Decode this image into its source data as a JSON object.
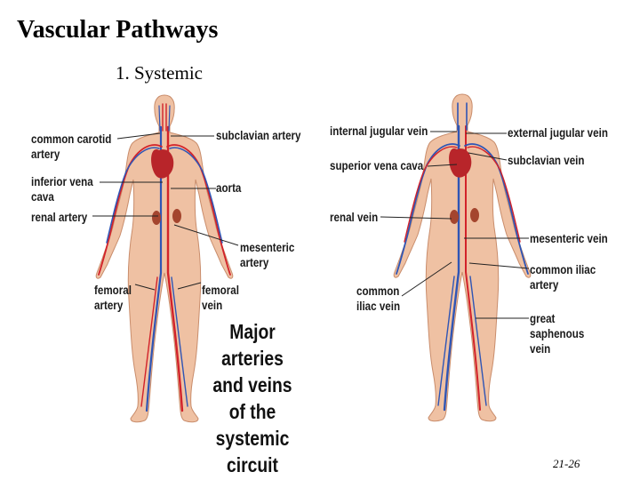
{
  "title": "Vascular Pathways",
  "subtitle": "1. Systemic",
  "left_figure": {
    "labels": {
      "common_carotid": [
        "common carotid",
        "artery"
      ],
      "inferior_vena_cava": [
        "inferior vena",
        "cava"
      ],
      "renal_artery": "renal artery",
      "subclavian_artery": "subclavian artery",
      "aorta": "aorta",
      "mesenteric_artery": [
        "mesenteric",
        "artery"
      ],
      "femoral_artery": [
        "femoral",
        "artery"
      ],
      "femoral_vein": [
        "femoral",
        "vein"
      ]
    },
    "caption": [
      "Major arteries",
      "and veins",
      "of the systemic",
      "circuit"
    ]
  },
  "right_figure": {
    "labels": {
      "internal_jugular_vein": "internal jugular vein",
      "superior_vena_cava": "superior vena cava",
      "renal_vein": "renal vein",
      "common_iliac_vein": [
        "common",
        "iliac vein"
      ],
      "external_jugular_vein": "external jugular vein",
      "subclavian_vein": "subclavian vein",
      "mesenteric_vein": "mesenteric vein",
      "common_iliac_artery": [
        "common iliac",
        "artery"
      ],
      "great_saphenous_vein": [
        "great",
        "saphenous",
        "vein"
      ]
    }
  },
  "page_number": "21-26",
  "colors": {
    "skin": "#efc1a3",
    "skin_edge": "#c98d6c",
    "artery": "#d2222a",
    "vein": "#2f55b5",
    "heart": "#b8252a",
    "kidney": "#a4452e",
    "leader": "#222222"
  }
}
